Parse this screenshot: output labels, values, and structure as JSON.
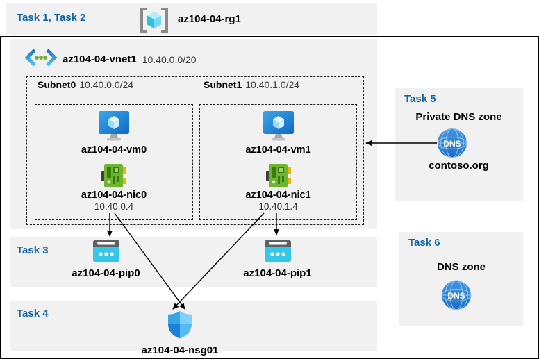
{
  "header": {
    "tasks_label": "Task 1, Task 2",
    "resource_group": "az104-04-rg1"
  },
  "vnet": {
    "name": "az104-04-vnet1",
    "cidr": "10.40.0.0/20",
    "subnets": [
      {
        "name": "Subnet0",
        "cidr": "10.40.0.0/24",
        "vm_name": "az104-04-vm0",
        "nic_name": "az104-04-nic0",
        "nic_ip": "10.40.0.4"
      },
      {
        "name": "Subnet1",
        "cidr": "10.40.1.0/24",
        "vm_name": "az104-04-vm1",
        "nic_name": "az104-04-nic1",
        "nic_ip": "10.40.1.4"
      }
    ]
  },
  "task3": {
    "label": "Task 3",
    "pip0": "az104-04-pip0",
    "pip1": "az104-04-pip1"
  },
  "task4": {
    "label": "Task 4",
    "nsg": "az104-04-nsg01"
  },
  "task5": {
    "label": "Task 5",
    "title": "Private DNS zone",
    "zone_name": "contoso.org",
    "icon_text": "DNS"
  },
  "task6": {
    "label": "Task 6",
    "title": "DNS zone",
    "icon_text": "DNS"
  },
  "colors": {
    "task_label_blue": "#1265a5",
    "panel_gray": "#f1f1f2",
    "vm_blue": "#1a7ed6",
    "nic_green": "#6cb52e",
    "pip_cyan": "#35c7ea",
    "dns_blue": "#2f7fd0",
    "frame_black": "#000000"
  }
}
